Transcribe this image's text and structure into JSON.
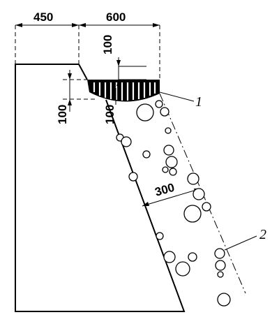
{
  "dimensions": {
    "top_left": "450",
    "top_right": "600",
    "collar_top": "100",
    "collar_side": "100",
    "collar_inner": "100",
    "offset": "300"
  },
  "labels": {
    "label_1": "1",
    "label_2": "2"
  }
}
